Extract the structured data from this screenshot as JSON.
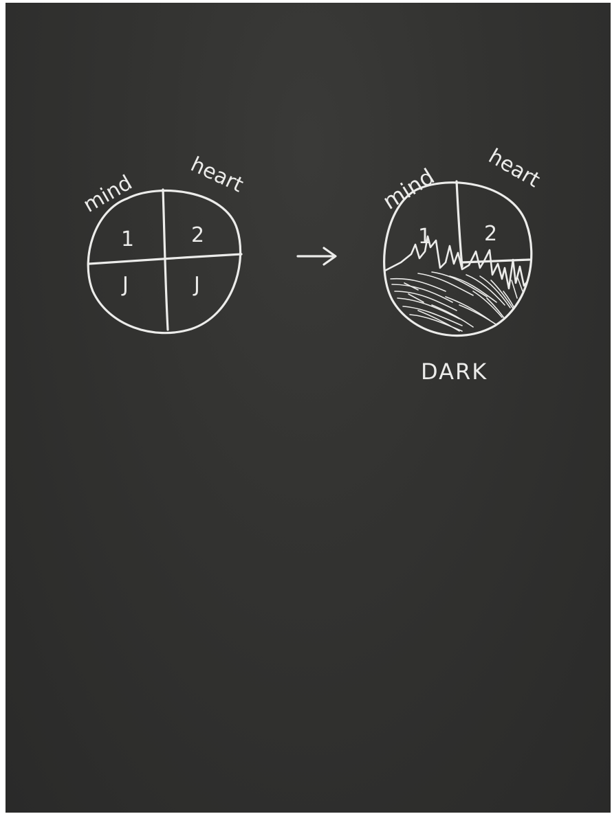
{
  "left_diagram": {
    "label_top_left": "mind",
    "label_top_right": "heart",
    "quadrants": [
      "1",
      "2",
      "J",
      "J"
    ]
  },
  "right_diagram": {
    "label_top_left": "mind",
    "label_top_right": "heart",
    "quadrants": [
      "1",
      "2"
    ],
    "caption": "DARK"
  },
  "colors": {
    "paper": "#333331",
    "ink": "#ececea"
  }
}
